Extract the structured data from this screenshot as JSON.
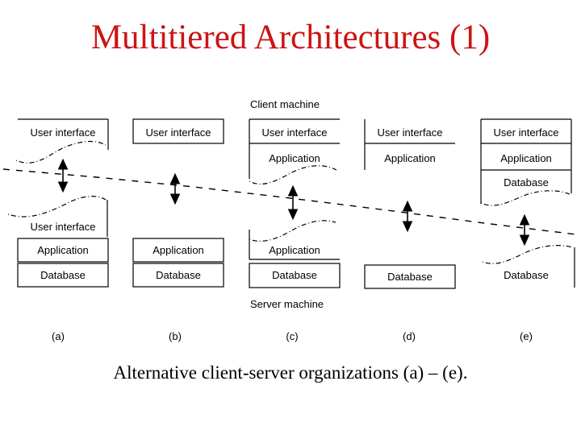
{
  "title": "Multitiered Architectures (1)",
  "caption": "Alternative client-server organizations (a) – (e).",
  "diagram": {
    "client_machine_label": "Client machine",
    "server_machine_label": "Server machine",
    "columns": [
      {
        "label": "(a)",
        "client_tiers": [
          "User interface"
        ],
        "server_tiers": [
          "User interface",
          "Application",
          "Database"
        ],
        "client_torn": true,
        "server_torn": true
      },
      {
        "label": "(b)",
        "client_tiers": [
          "User interface"
        ],
        "server_tiers": [
          "Application",
          "Database"
        ],
        "client_torn": false,
        "server_torn": false
      },
      {
        "label": "(c)",
        "client_tiers": [
          "User interface",
          "Application"
        ],
        "server_tiers": [
          "Application",
          "Database"
        ],
        "client_torn": true,
        "server_torn": true
      },
      {
        "label": "(d)",
        "client_tiers": [
          "User interface",
          "Application"
        ],
        "server_tiers": [
          "Database"
        ],
        "client_torn": false,
        "server_torn": false
      },
      {
        "label": "(e)",
        "client_tiers": [
          "User interface",
          "Application",
          "Database"
        ],
        "server_tiers": [
          "Database"
        ],
        "client_torn": true,
        "server_torn": true
      }
    ],
    "colors": {
      "title_red": "#cc1414",
      "diagram_ink": "#000000",
      "background": "#ffffff"
    }
  }
}
